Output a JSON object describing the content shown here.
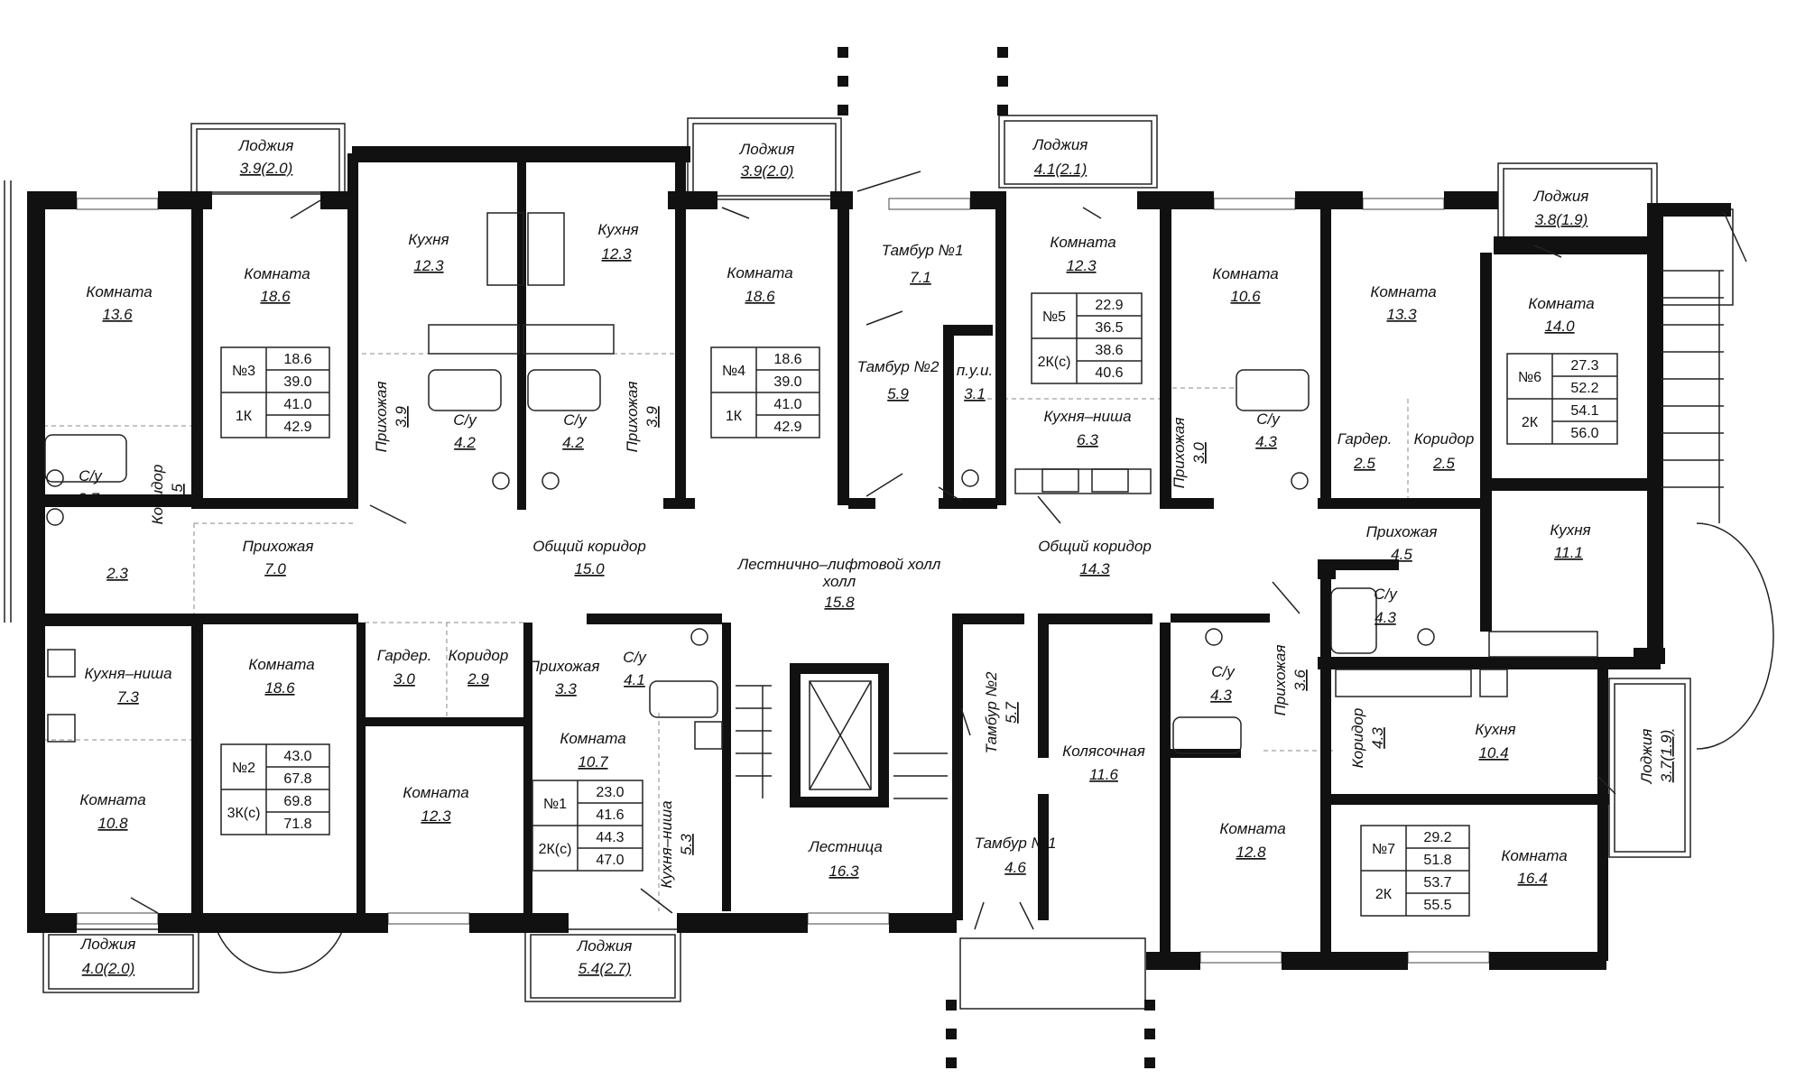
{
  "rooms": {
    "r_komnata_136": {
      "name": "Комната",
      "area": "13.6"
    },
    "r_logg_3": {
      "name": "Лоджия",
      "area": "3.9(2.0)"
    },
    "r_komnata_186_3": {
      "name": "Комната",
      "area": "18.6"
    },
    "r_kuhnya_3": {
      "name": "Кухня",
      "area": "12.3"
    },
    "r_kuhnya_4": {
      "name": "Кухня",
      "area": "12.3"
    },
    "r_logg_4": {
      "name": "Лоджия",
      "area": "3.9(2.0)"
    },
    "r_komnata_186_4": {
      "name": "Комната",
      "area": "18.6"
    },
    "r_tambur1_top": {
      "name": "Тамбур №1",
      "area": "7.1"
    },
    "r_tambur2_top": {
      "name": "Тамбур №2",
      "area": "5.9"
    },
    "r_pui": {
      "name": "п.у.и.",
      "area": "3.1"
    },
    "r_logg_5": {
      "name": "Лоджия",
      "area": "4.1(2.1)"
    },
    "r_komnata_123_5": {
      "name": "Комната",
      "area": "12.3"
    },
    "r_kuhnya_nisha_5": {
      "name": "Кухня–ниша",
      "area": "6.3"
    },
    "r_komnata_106": {
      "name": "Комната",
      "area": "10.6"
    },
    "r_komnata_133": {
      "name": "Комната",
      "area": "13.3"
    },
    "r_logg_6": {
      "name": "Лоджия",
      "area": "3.8(1.9)"
    },
    "r_komnata_140": {
      "name": "Комната",
      "area": "14.0"
    },
    "r_su_37": {
      "name": "С/у",
      "area": "3.7"
    },
    "r_su_3": {
      "name": "С/у",
      "area": "4.2"
    },
    "r_su_4": {
      "name": "С/у",
      "area": "4.2"
    },
    "r_su_43_6": {
      "name": "С/у",
      "area": "4.3"
    },
    "r_garder_6": {
      "name": "Гардер.",
      "area": "2.5"
    },
    "r_koridor_6": {
      "name": "Коридор",
      "area": "2.5"
    },
    "r_wc_23": {
      "name": "",
      "area": "2.3"
    },
    "r_prih_70": {
      "name": "Прихожая",
      "area": "7.0"
    },
    "r_obsh_kor_150": {
      "name": "Общий коридор",
      "area": "15.0"
    },
    "r_hall": {
      "name": "Лестнично–лифтовой холл",
      "area": "15.8"
    },
    "r_obsh_kor_143": {
      "name": "Общий коридор",
      "area": "14.3"
    },
    "r_prih_45": {
      "name": "Прихожая",
      "area": "4.5"
    },
    "r_kuhnya_111": {
      "name": "Кухня",
      "area": "11.1"
    },
    "r_su_43_7": {
      "name": "С/у",
      "area": "4.3"
    },
    "r_kuhnya_nisha_2": {
      "name": "Кухня–ниша",
      "area": "7.3"
    },
    "r_komnata_186_2": {
      "name": "Комната",
      "area": "18.6"
    },
    "r_garder_1": {
      "name": "Гардер.",
      "area": "3.0"
    },
    "r_koridor_1": {
      "name": "Коридор",
      "area": "2.9"
    },
    "r_prih_33": {
      "name": "Прихожая",
      "area": "3.3"
    },
    "r_su_41": {
      "name": "С/у",
      "area": "4.1"
    },
    "r_komnata_107": {
      "name": "Комната",
      "area": "10.7"
    },
    "r_komnata_108": {
      "name": "Комната",
      "area": "10.8"
    },
    "r_komnata_123_1": {
      "name": "Комната",
      "area": "12.3"
    },
    "r_lestnica": {
      "name": "Лестница",
      "area": "16.3"
    },
    "r_tambur1_bot": {
      "name": "Тамбур №1",
      "area": "4.6"
    },
    "r_kolyas": {
      "name": "Колясочная",
      "area": "11.6"
    },
    "r_su_43_bot": {
      "name": "С/у",
      "area": "4.3"
    },
    "r_kuhnya_104": {
      "name": "Кухня",
      "area": "10.4"
    },
    "r_komnata_128": {
      "name": "Комната",
      "area": "12.8"
    },
    "r_komnata_164": {
      "name": "Комната",
      "area": "16.4"
    },
    "r_logg_2": {
      "name": "Лоджия",
      "area": "4.0(2.0)"
    },
    "r_logg_1": {
      "name": "Лоджия",
      "area": "5.4(2.7)"
    }
  },
  "vrooms": {
    "v_koridor_45": {
      "name": "Коридор",
      "area": "4.5"
    },
    "v_prih_3": {
      "name": "Прихожая",
      "area": "3.9"
    },
    "v_prih_4": {
      "name": "Прихожая",
      "area": "3.9"
    },
    "v_prih_30": {
      "name": "Прихожая",
      "area": "3.0"
    },
    "v_kuhnya_nisha_1": {
      "name": "Кухня–ниша",
      "area": "5.3"
    },
    "v_tambur2_bot": {
      "name": "Тамбур №2",
      "area": "5.7"
    },
    "v_prih_36": {
      "name": "Прихожая",
      "area": "3.6"
    },
    "v_koridor_43": {
      "name": "Коридор",
      "area": "4.3"
    },
    "v_logg_7": {
      "name": "Лоджия",
      "area": "3.7(1.9)"
    }
  },
  "apartments": {
    "a3": {
      "no": "№3",
      "type": "1К",
      "values": [
        "18.6",
        "39.0",
        "41.0",
        "42.9"
      ]
    },
    "a4": {
      "no": "№4",
      "type": "1К",
      "values": [
        "18.6",
        "39.0",
        "41.0",
        "42.9"
      ]
    },
    "a5": {
      "no": "№5",
      "type": "2К(с)",
      "values": [
        "22.9",
        "36.5",
        "38.6",
        "40.6"
      ]
    },
    "a6": {
      "no": "№6",
      "type": "2К",
      "values": [
        "27.3",
        "52.2",
        "54.1",
        "56.0"
      ]
    },
    "a2": {
      "no": "№2",
      "type": "3К(с)",
      "values": [
        "43.0",
        "67.8",
        "69.8",
        "71.8"
      ]
    },
    "a1": {
      "no": "№1",
      "type": "2К(с)",
      "values": [
        "23.0",
        "41.6",
        "44.3",
        "47.0"
      ]
    },
    "a7": {
      "no": "№7",
      "type": "2К",
      "values": [
        "29.2",
        "51.8",
        "53.7",
        "55.5"
      ]
    }
  }
}
